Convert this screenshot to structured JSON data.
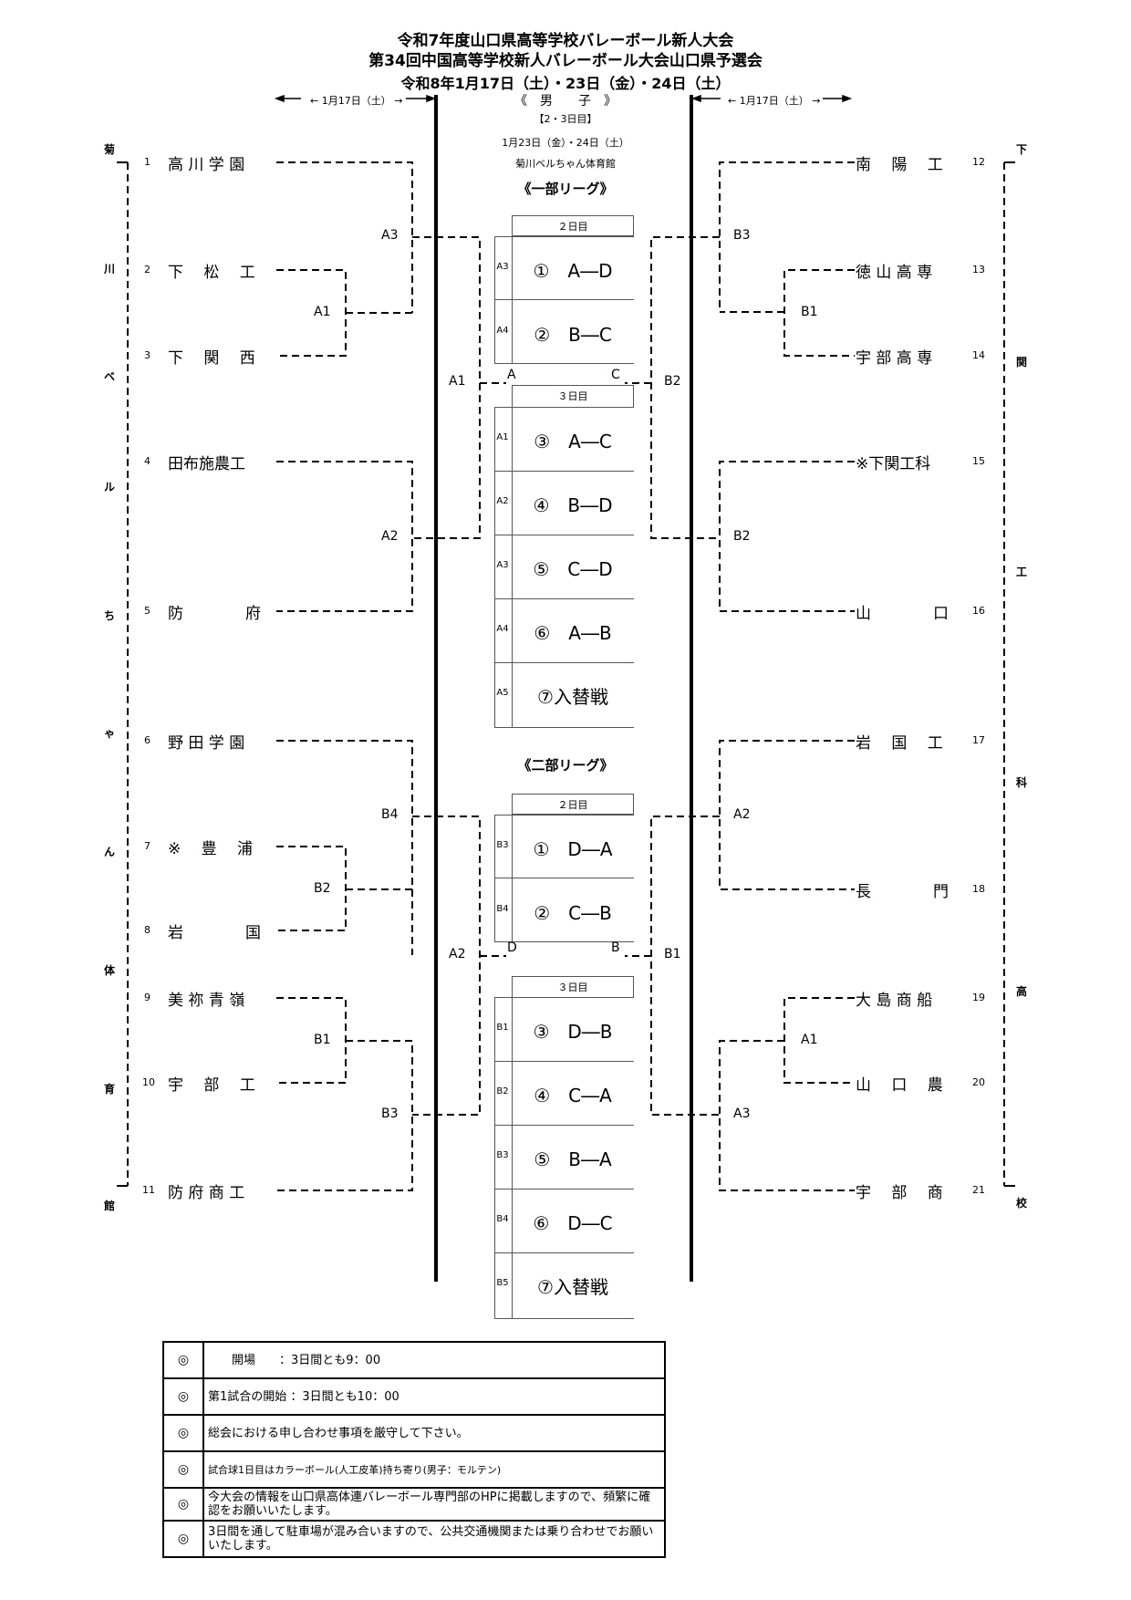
{
  "header": {
    "title_line1": "令和7年度山口県高等学校バレーボール新人大会",
    "title_line2": "第34回中国高等学校新人バレーボール大会山口県予選会",
    "dates": "令和8年1月17日（土）・23日（金）・24日（土）",
    "left_day1": "← 1月17日（土） →",
    "right_day1": "← 1月17日（土） →",
    "division": "《　男　　子　》",
    "days_label": "【2・3日目】",
    "days_dates": "1月23日（金）・24日（土）",
    "venue": "菊川ベルちゃん体育館"
  },
  "left_venue_chars": [
    "菊",
    "川",
    "ベ",
    "ル",
    "ち",
    "ゃ",
    "ん",
    "体",
    "育",
    "館"
  ],
  "right_venue_chars": [
    "下",
    "関",
    "工",
    "科",
    "高",
    "校"
  ],
  "left_teams": [
    {
      "num": "1",
      "name": "高 川 学 園"
    },
    {
      "num": "2",
      "name": "下　 松　 工"
    },
    {
      "num": "3",
      "name": "下　 関　 西"
    },
    {
      "num": "4",
      "name": "田布施農工"
    },
    {
      "num": "5",
      "name": "防　　　　府"
    },
    {
      "num": "6",
      "name": "野 田 学 園"
    },
    {
      "num": "7",
      "name": "※　 豊　 浦"
    },
    {
      "num": "8",
      "name": "岩　　　　国"
    },
    {
      "num": "9",
      "name": "美 祢 青 嶺"
    },
    {
      "num": "10",
      "name": "宇　 部　 工"
    },
    {
      "num": "11",
      "name": "防 府 商 工"
    }
  ],
  "right_teams": [
    {
      "num": "12",
      "name": "南　 陽　 工"
    },
    {
      "num": "13",
      "name": "徳 山 高 専"
    },
    {
      "num": "14",
      "name": "宇 部 高 専"
    },
    {
      "num": "15",
      "name": "※下関工科"
    },
    {
      "num": "16",
      "name": "山　　　　口"
    },
    {
      "num": "17",
      "name": "岩　 国　 工"
    },
    {
      "num": "18",
      "name": "長　　　　門"
    },
    {
      "num": "19",
      "name": "大 島 商 船"
    },
    {
      "num": "20",
      "name": "山　 口　 農"
    },
    {
      "num": "21",
      "name": "宇　 部　 商"
    }
  ],
  "left_match_labels": [
    "A3",
    "A1",
    "A2",
    "B4",
    "B2",
    "B1",
    "B3",
    "A1",
    "A2"
  ],
  "right_match_labels": [
    "B3",
    "B1",
    "B2",
    "A2",
    "A1",
    "A3",
    "B2",
    "B1"
  ],
  "league1": {
    "title": "《一部リーグ》",
    "day2_header": "２日目",
    "day3_header": "３日目",
    "left_group": "A",
    "right_group": "C",
    "day2": [
      {
        "slot": "A3",
        "match": "①　A―D"
      },
      {
        "slot": "A4",
        "match": "②　B―C"
      }
    ],
    "day3": [
      {
        "slot": "A1",
        "match": "③　A―C"
      },
      {
        "slot": "A2",
        "match": "④　B―D"
      },
      {
        "slot": "A3",
        "match": "⑤　C―D"
      },
      {
        "slot": "A4",
        "match": "⑥　A―B"
      },
      {
        "slot": "A5",
        "match": "⑦入替戦"
      }
    ]
  },
  "league2": {
    "title": "《二部リーグ》",
    "day2_header": "２日目",
    "day3_header": "３日目",
    "left_group": "D",
    "right_group": "B",
    "day2": [
      {
        "slot": "B3",
        "match": "①　D―A"
      },
      {
        "slot": "B4",
        "match": "②　C―B"
      }
    ],
    "day3": [
      {
        "slot": "B1",
        "match": "③　D―B"
      },
      {
        "slot": "B2",
        "match": "④　C―A"
      },
      {
        "slot": "B3",
        "match": "⑤　B―A"
      },
      {
        "slot": "B4",
        "match": "⑥　D―C"
      },
      {
        "slot": "B5",
        "match": "⑦入替戦"
      }
    ]
  },
  "notes": [
    {
      "mark": "◎",
      "text": "　　開場　　：3日間とも9：00"
    },
    {
      "mark": "◎",
      "text": "第1試合の開始 ：3日間とも10：00"
    },
    {
      "mark": "◎",
      "text": "総会における申し合わせ事項を厳守して下さい。"
    },
    {
      "mark": "◎",
      "text": "試合球1日目はカラーボール(人工皮革)持ち寄り(男子：モルテン)"
    },
    {
      "mark": "◎",
      "text": "今大会の情報を山口県高体連バレーボール専門部のHPに掲載しますので、頻繁に確認をお願いいたします。"
    },
    {
      "mark": "◎",
      "text": "3日間を通して駐車場が混み合いますので、公共交通機関または乗り合わせでお願いいたします。"
    }
  ]
}
